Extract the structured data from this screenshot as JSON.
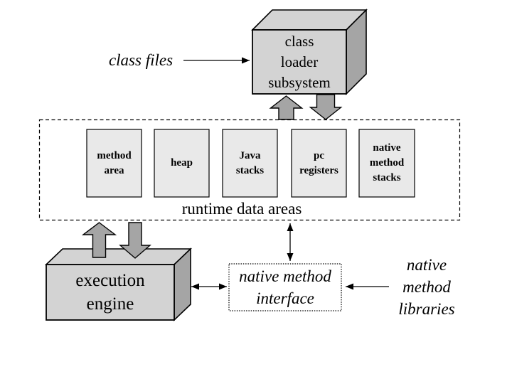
{
  "diagram_type": "jvm-architecture-block-diagram",
  "colors": {
    "background": "#ffffff",
    "box_face": "#d3d3d3",
    "box_side": "#a5a5a5",
    "inner_box_fill": "#e9e9e9",
    "block_arrow_fill": "#a5a5a5",
    "line": "#000000",
    "interface_box_fill": "#ffffff"
  },
  "nodes": {
    "class_files": {
      "label": "class files"
    },
    "class_loader": {
      "label": "class\nloader\nsubsystem"
    },
    "runtime": {
      "caption": "runtime data areas",
      "boxes": [
        {
          "label": "method\narea"
        },
        {
          "label": "heap"
        },
        {
          "label": "Java\nstacks"
        },
        {
          "label": "pc\nregisters"
        },
        {
          "label": "native\nmethod\nstacks"
        }
      ]
    },
    "execution_engine": {
      "label": "execution\nengine"
    },
    "native_method_interface": {
      "label": "native method\ninterface"
    },
    "native_method_libraries": {
      "label": "native\nmethod\nlibraries"
    }
  },
  "arrows": [
    {
      "name": "class-files-to-loader-arrow",
      "type": "thin-right"
    },
    {
      "name": "loader-to-runtime-up-block-arrow",
      "type": "block-up"
    },
    {
      "name": "loader-to-runtime-down-block-arrow",
      "type": "block-down"
    },
    {
      "name": "runtime-to-engine-up-block-arrow",
      "type": "block-up"
    },
    {
      "name": "runtime-to-engine-down-block-arrow",
      "type": "block-down"
    },
    {
      "name": "runtime-to-interface-double-arrow",
      "type": "thin-double-vertical"
    },
    {
      "name": "engine-to-interface-double-arrow",
      "type": "thin-double-horizontal"
    },
    {
      "name": "libraries-to-interface-arrow",
      "type": "thin-left"
    }
  ]
}
